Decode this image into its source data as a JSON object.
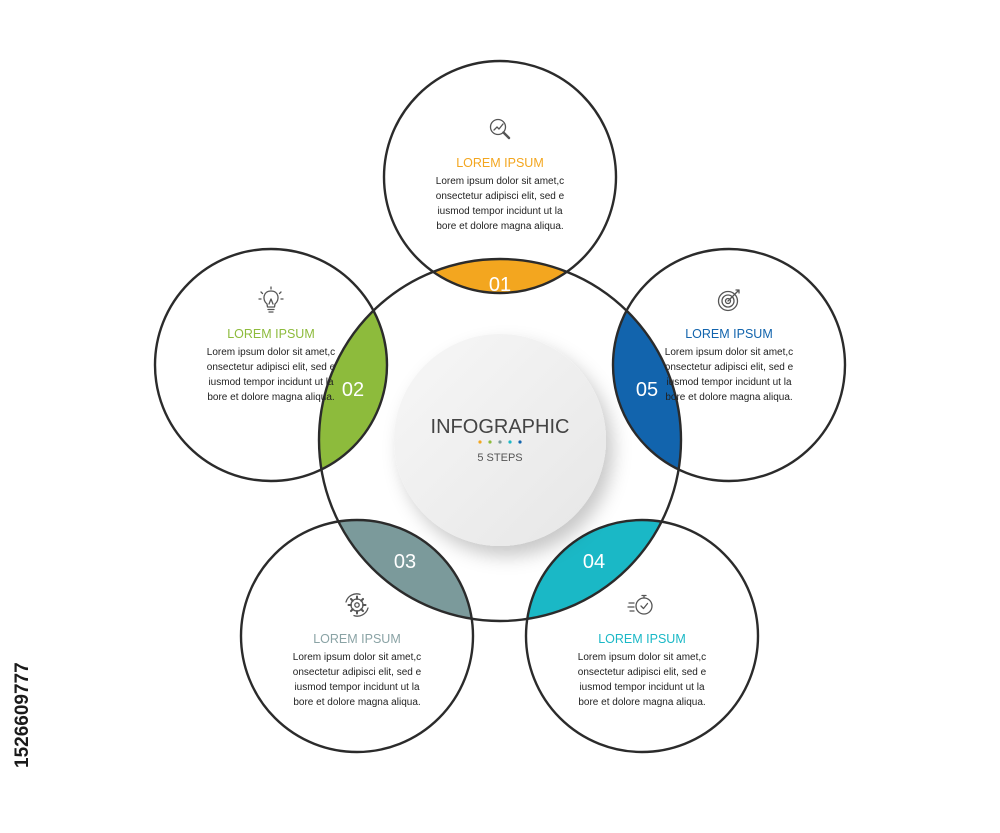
{
  "center": {
    "title": "INFOGRAPHIC",
    "subtitle": "5 STEPS",
    "dot_colors": [
      "#f3a61f",
      "#8dbb3c",
      "#7b9a9b",
      "#1ab8c6",
      "#1264ad"
    ]
  },
  "steps": [
    {
      "number": "01",
      "title": "LOREM IPSUM",
      "color": "#f3a61f",
      "icon": "chart-magnifier-icon",
      "lines": [
        "Lorem ipsum dolor sit amet,c",
        "onsectetur adipisci elit, sed e",
        "iusmod tempor incidunt ut la",
        "bore et dolore magna aliqua."
      ]
    },
    {
      "number": "02",
      "title": "LOREM IPSUM",
      "color": "#8dbb3c",
      "icon": "lightbulb-icon",
      "lines": [
        "Lorem ipsum dolor sit amet,c",
        "onsectetur adipisci elit, sed e",
        "iusmod tempor incidunt ut la",
        "bore et dolore magna aliqua."
      ]
    },
    {
      "number": "03",
      "title": "LOREM IPSUM",
      "color": "#7b9a9b",
      "icon": "gear-cycle-icon",
      "lines": [
        "Lorem ipsum dolor sit amet,c",
        "onsectetur adipisci elit, sed e",
        "iusmod tempor incidunt ut la",
        "bore et dolore magna aliqua."
      ]
    },
    {
      "number": "04",
      "title": "LOREM IPSUM",
      "color": "#1ab8c6",
      "icon": "stopwatch-icon",
      "lines": [
        "Lorem ipsum dolor sit amet,c",
        "onsectetur adipisci elit, sed e",
        "iusmod tempor incidunt ut la",
        "bore et dolore magna aliqua."
      ]
    },
    {
      "number": "05",
      "title": "LOREM IPSUM",
      "color": "#1264ad",
      "icon": "target-icon",
      "lines": [
        "Lorem ipsum dolor sit amet,c",
        "onsectetur adipisci elit, sed e",
        "iusmod tempor incidunt ut la",
        "bore et dolore magna aliqua."
      ]
    }
  ],
  "stock_id": "1526609777"
}
